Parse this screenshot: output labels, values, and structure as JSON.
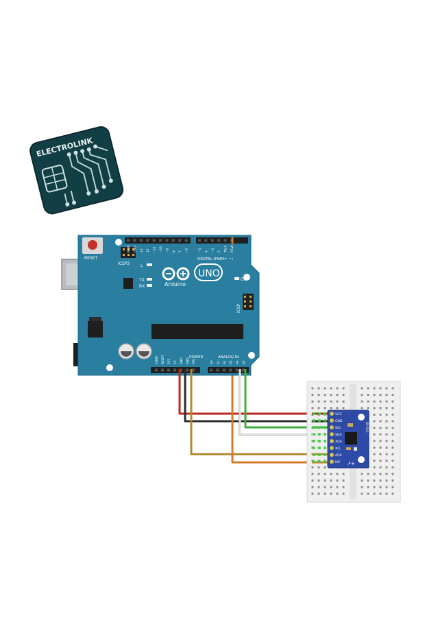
{
  "logo": {
    "brand": "ELECTROLINK"
  },
  "arduino": {
    "reset_label": "RESET",
    "icsp2_label": "ICSP2",
    "icsp_label": "ICSP",
    "brand_name": "Arduino",
    "model": "UNO",
    "l_label": "L",
    "tx_label": "TX",
    "rx_label": "RX",
    "on_label": "ON",
    "digital_label": "DIGITAL (PWM= ~)",
    "power_label": "POWER",
    "analog_label": "ANALOG IN",
    "digital_pins": [
      "AREF",
      "GND",
      "13",
      "12",
      "~11",
      "~10",
      "~9",
      "8",
      "7",
      "~6",
      "~5",
      "4",
      "~3",
      "2",
      "TX▸1",
      "RX◂0"
    ],
    "power_pins": [
      "IOREF",
      "RESET",
      "3V3",
      "5V",
      "GND",
      "GND",
      "VIN"
    ],
    "analog_pins": [
      "A0",
      "A1",
      "A2",
      "A3",
      "A4",
      "A5"
    ],
    "board_color": "#2a7fa0"
  },
  "module": {
    "pins": [
      "VCC",
      "GND",
      "SCL",
      "SDA",
      "XDA",
      "XCL",
      "AD0",
      "INT"
    ],
    "part_label": "GY-521",
    "board_color": "#2d4aa6"
  },
  "wires": [
    {
      "name": "5V to VCC",
      "color": "#b8281f"
    },
    {
      "name": "GND to GND",
      "color": "#2b2b2b"
    },
    {
      "name": "A5 to SCL",
      "color": "#3cae3c"
    },
    {
      "name": "A4 to SDA",
      "color": "#e6e6e6"
    },
    {
      "name": "VIN to AD0",
      "color": "#b08a2e"
    },
    {
      "name": "D2 to INT",
      "color": "#d07a2a"
    }
  ]
}
